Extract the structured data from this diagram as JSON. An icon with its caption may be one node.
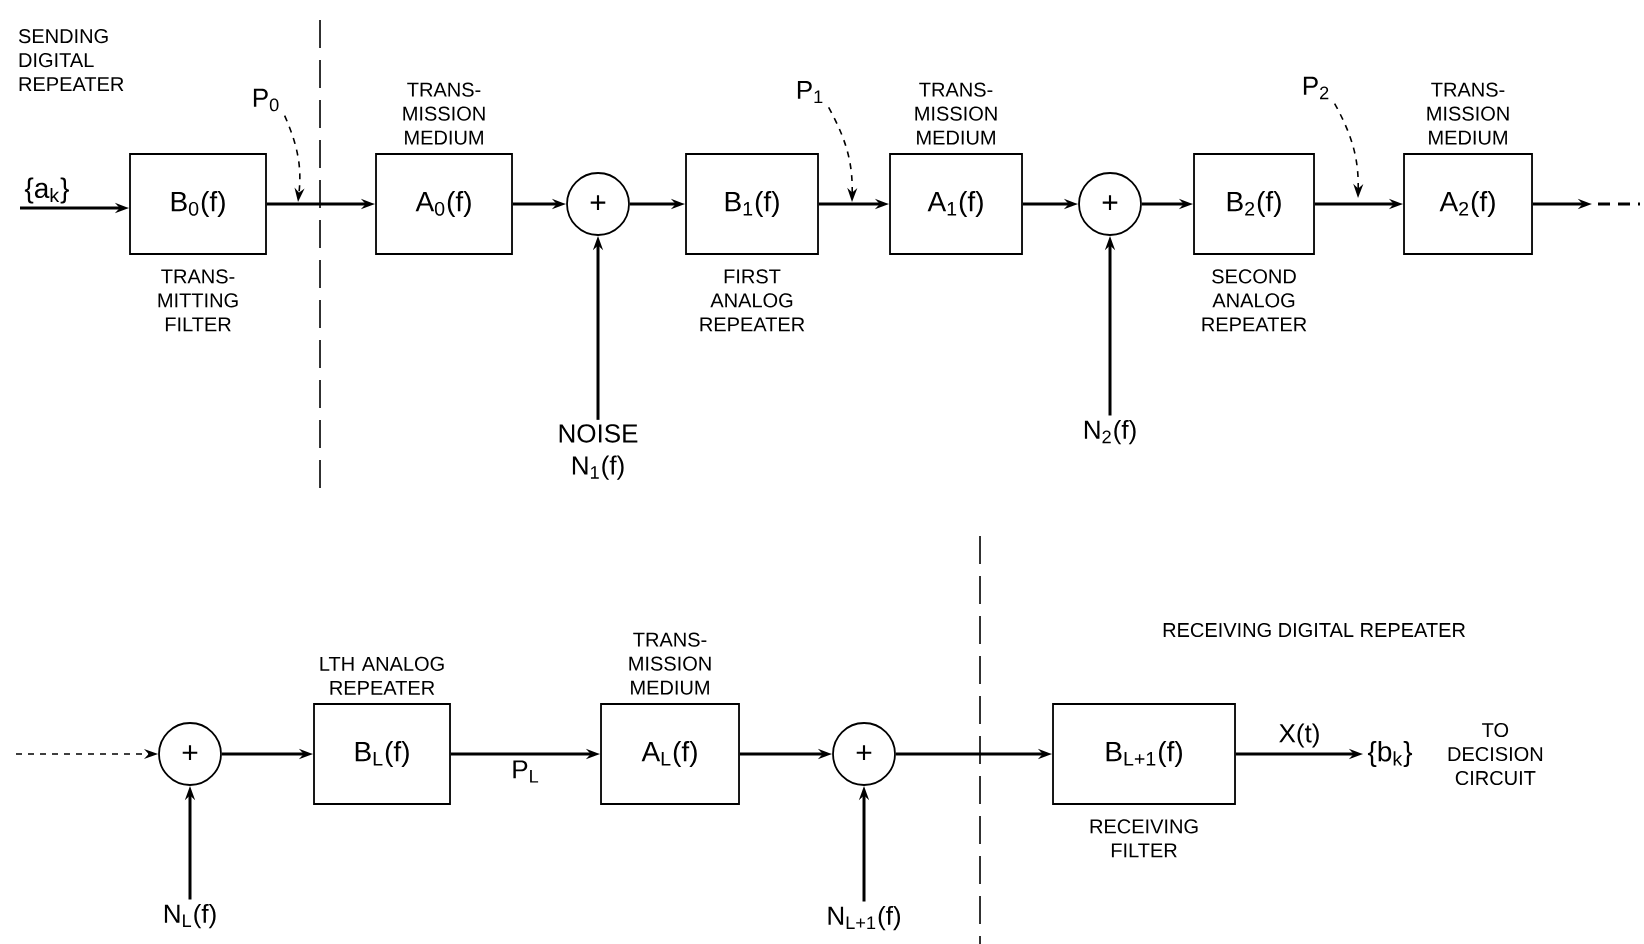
{
  "diagram": {
    "nodes": [
      {
        "text": [
          "{a$_{k}$}"
        ]
      },
      {
        "text": [
          "B$_{0}$(f)"
        ],
        "beside": [
          "TRANS- MITTING FILTER"
        ]
      },
      {
        "text": [
          "A$_{0}$(f)"
        ],
        "beside": [
          "TRANS- MISSION MEDIUM"
        ]
      },
      {
        "text": [
          "+"
        ]
      },
      {
        "text": [
          "NOISE N$_{1}$(f)"
        ]
      },
      {
        "text": [
          "B$_{1}$(f)"
        ],
        "beside": [
          "FIRST ANALOG REPEATER"
        ]
      },
      {
        "text": [
          "A$_{1}$(f)"
        ],
        "beside": [
          "TRANS- MISSION MEDIUM"
        ]
      },
      {
        "text": [
          "+"
        ]
      },
      {
        "text": [
          "N$_{2}$(f)"
        ]
      },
      {
        "text": [
          "B$_{2}$(f)"
        ],
        "beside": [
          "SECOND ANALOG REPEATER"
        ]
      },
      {
        "text": [
          "A$_{2}$(f)"
        ],
        "beside": [
          "TRANS- MISSION MEDIUM"
        ]
      },
      {
        "text": [
          "+"
        ]
      },
      {
        "text": [
          "N$_{L}$(f)"
        ]
      },
      {
        "text": [
          "B$_{L}$(f)"
        ],
        "beside": [
          "LTH ANALOG REPEATER"
        ]
      },
      {
        "text": [
          "A$_{L}$(f)"
        ],
        "beside": [
          "TRANS- MISSION MEDIUM"
        ]
      },
      {
        "text": [
          "+"
        ]
      },
      {
        "text": [
          "N$_{L+1}$(f)"
        ]
      },
      {
        "text": [
          "B$_{L+1}$(f)"
        ],
        "beside": [
          "RECEIVING FILTER"
        ]
      },
      {
        "text": [
          "{b$_{k}$}"
        ],
        "beside": [
          "TO DECISION CIRCUIT"
        ]
      },
      {
        "text": [
          "P$_{0}$"
        ]
      },
      {
        "text": [
          "P$_{1}$"
        ]
      },
      {
        "text": [
          "P$_{2}$"
        ]
      }
    ],
    "edges": [
      {
        "from": 0,
        "to": 1,
        "arrow": "to"
      },
      {
        "from": 1,
        "to": 2,
        "arrow": "to"
      },
      {
        "from": 2,
        "to": 3,
        "arrow": "to"
      },
      {
        "from": 4,
        "to": 3,
        "arrow": "to"
      },
      {
        "from": 3,
        "to": 5,
        "arrow": "to"
      },
      {
        "from": 5,
        "to": 6,
        "arrow": "to"
      },
      {
        "from": 6,
        "to": 7,
        "arrow": "to"
      },
      {
        "from": 8,
        "to": 7,
        "arrow": "to"
      },
      {
        "from": 7,
        "to": 9,
        "arrow": "to"
      },
      {
        "from": 9,
        "to": 10,
        "arrow": "to"
      },
      {
        "from": 10,
        "to": null,
        "arrow": "to"
      },
      {
        "from": 19,
        "to": null,
        "arrow": "to",
        "style": "dashed"
      },
      {
        "from": 20,
        "to": null,
        "arrow": "to",
        "style": "dashed"
      },
      {
        "from": 21,
        "to": null,
        "arrow": "to",
        "style": "dashed"
      },
      {
        "from": null,
        "to": 11,
        "arrow": "to",
        "style": "dashed"
      },
      {
        "from": 12,
        "to": 11,
        "arrow": "to"
      },
      {
        "from": 11,
        "to": 13,
        "arrow": "to"
      },
      {
        "from": 13,
        "to": 14,
        "arrow": "to",
        "label": "P$_{L}$"
      },
      {
        "from": 14,
        "to": 15,
        "arrow": "to"
      },
      {
        "from": 16,
        "to": 15,
        "arrow": "to"
      },
      {
        "from": 15,
        "to": 17,
        "arrow": "to"
      },
      {
        "from": 17,
        "to": 18,
        "arrow": "to",
        "label": "X(t)"
      }
    ],
    "labels": [
      "SENDING DIGITAL REPEATER",
      "RECEIVING DIGITAL REPEATER"
    ]
  }
}
